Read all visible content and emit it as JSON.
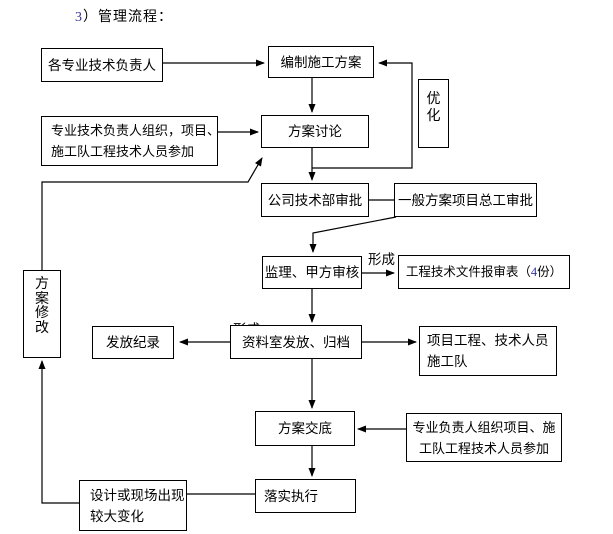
{
  "title": {
    "number": "3",
    "rest": "）管理流程："
  },
  "colors": {
    "line": "#000000",
    "text": "#000000",
    "digit": "#333399",
    "background": "#ffffff"
  },
  "nodes": {
    "specialists": {
      "label": "各专业技术负责人"
    },
    "prepare_plan": {
      "label": "编制施工方案"
    },
    "organize_discussion": {
      "line1": "专业技术负责人组织，项目、",
      "line2": "施工队工程技术人员参加"
    },
    "plan_discussion": {
      "label": "方案讨论"
    },
    "optimize": {
      "label": "优化"
    },
    "company_tech_approval": {
      "label": "公司技术部审批"
    },
    "general_chief_approval": {
      "label": "一般方案项目总工审批"
    },
    "supervisor_owner_review": {
      "label": "监理、甲方审核"
    },
    "form_label": {
      "label": "形成"
    },
    "form_label_hidden": {
      "label": "形成"
    },
    "report_form": {
      "prefix": "工程技术文件报审表（",
      "number": "4",
      "suffix": " 份）"
    },
    "plan_revision": {
      "label": "方案修改"
    },
    "distribution_record": {
      "label": "发放纪录"
    },
    "archive_room": {
      "label": "资料室发放、归档"
    },
    "project_staff": {
      "line1": "项目工程、技术人员",
      "line2": "施工队"
    },
    "plan_disclosure": {
      "label": "方案交底"
    },
    "organize_disclosure": {
      "line1": "专业负责人组织项目、施",
      "line2": "工队工程技术人员参加"
    },
    "implement": {
      "label": "落实执行"
    },
    "major_change": {
      "line1": "设计或现场出现",
      "line2": "较大变化"
    }
  }
}
